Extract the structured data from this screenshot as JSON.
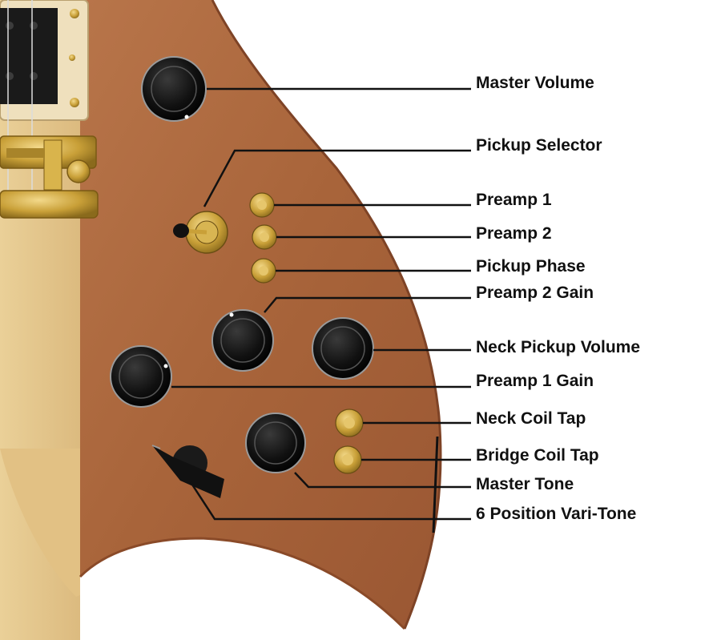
{
  "labels": {
    "master_volume": "Master Volume",
    "pickup_selector": "Pickup Selector",
    "preamp_1": "Preamp 1",
    "preamp_2": "Preamp 2",
    "pickup_phase": "Pickup Phase",
    "preamp_2_gain": "Preamp 2 Gain",
    "neck_pickup_volume": "Neck Pickup Volume",
    "preamp_1_gain": "Preamp 1 Gain",
    "neck_coil_tap": "Neck Coil Tap",
    "bridge_coil_tap": "Bridge Coil Tap",
    "master_tone": "Master Tone",
    "vari_tone": "6 Position Vari-Tone"
  },
  "colors": {
    "mahogany": "#b06a3e",
    "maple": "#e6c790",
    "hardware_gold": "#c9a038",
    "knob_black": "#141414",
    "leader_line": "#111111"
  }
}
